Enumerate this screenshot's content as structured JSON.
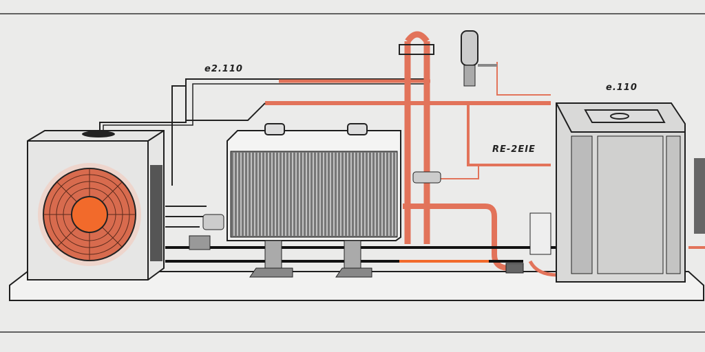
{
  "labels": {
    "left_label": "e2.110",
    "right_label": "e.110",
    "middle_label": "RE-2EIE"
  },
  "colors": {
    "copper": "#e2735a",
    "fan_orange": "#f26a2b",
    "outline": "#1e1e1e",
    "background": "#ebebea"
  }
}
